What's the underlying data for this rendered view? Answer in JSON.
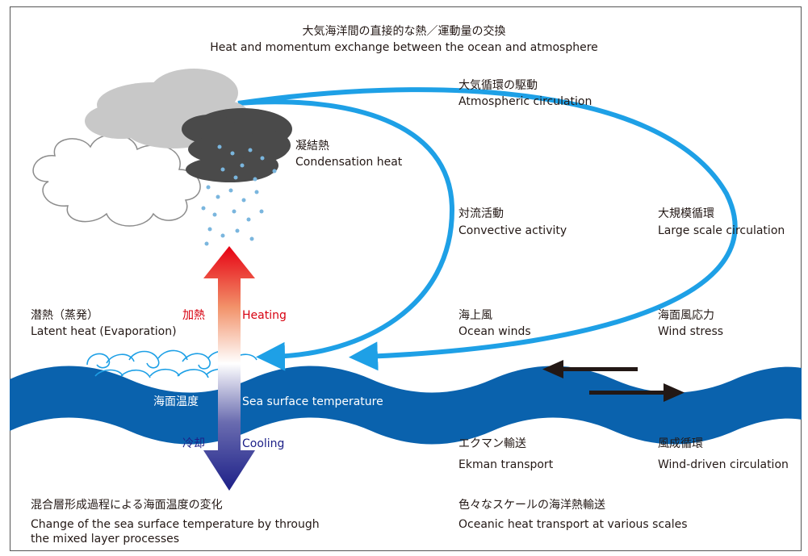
{
  "title": {
    "jp": "大気海洋間の直接的な熱／運動量の交換",
    "en": "Heat and momentum exchange between the ocean and atmosphere"
  },
  "labels": {
    "atmos_circ": {
      "jp": "大気循環の駆動",
      "en": "Atmospheric circulation"
    },
    "condensation": {
      "jp": "凝結熱",
      "en": "Condensation heat"
    },
    "convective": {
      "jp": "対流活動",
      "en": "Convective activity"
    },
    "large_scale": {
      "jp": "大規模循環",
      "en": "Large scale circulation"
    },
    "latent": {
      "jp": "潜熱（蒸発）",
      "en": "Latent heat (Evaporation)"
    },
    "heating": {
      "jp": "加熱",
      "en": "Heating"
    },
    "ocean_winds": {
      "jp": "海上風",
      "en": "Ocean winds"
    },
    "wind_stress": {
      "jp": "海面風応力",
      "en": "Wind stress"
    },
    "sst": {
      "jp": "海面温度",
      "en": "Sea surface temperature"
    },
    "cooling": {
      "jp": "冷却",
      "en": "Cooling"
    },
    "ekman": {
      "jp": "エクマン輸送",
      "en": "Ekman transport"
    },
    "wind_driven": {
      "jp": "風成循環",
      "en": "Wind-driven circulation"
    },
    "mixed_layer": {
      "jp": "混合層形成過程による海面温度の変化",
      "en1": "Change of the sea surface temperature by through",
      "en2": "the mixed layer processes"
    },
    "oceanic_heat": {
      "jp": "色々なスケールの海洋熱輸送",
      "en": "Oceanic heat transport at various scales"
    }
  },
  "colors": {
    "ocean": "#0a62ad",
    "circulation_arrow": "#1ea0e6",
    "heating": "#e60012",
    "cooling": "#1d2088",
    "light_cloud": "#c8c8c8",
    "dark_cloud": "#4a4a4a",
    "white_cloud": "#ffffff"
  },
  "icons": [
    "cloud-icon",
    "rain-icon",
    "evaporation-swirl-icon",
    "temperature-arrow-icon",
    "wind-arrow-icon"
  ]
}
